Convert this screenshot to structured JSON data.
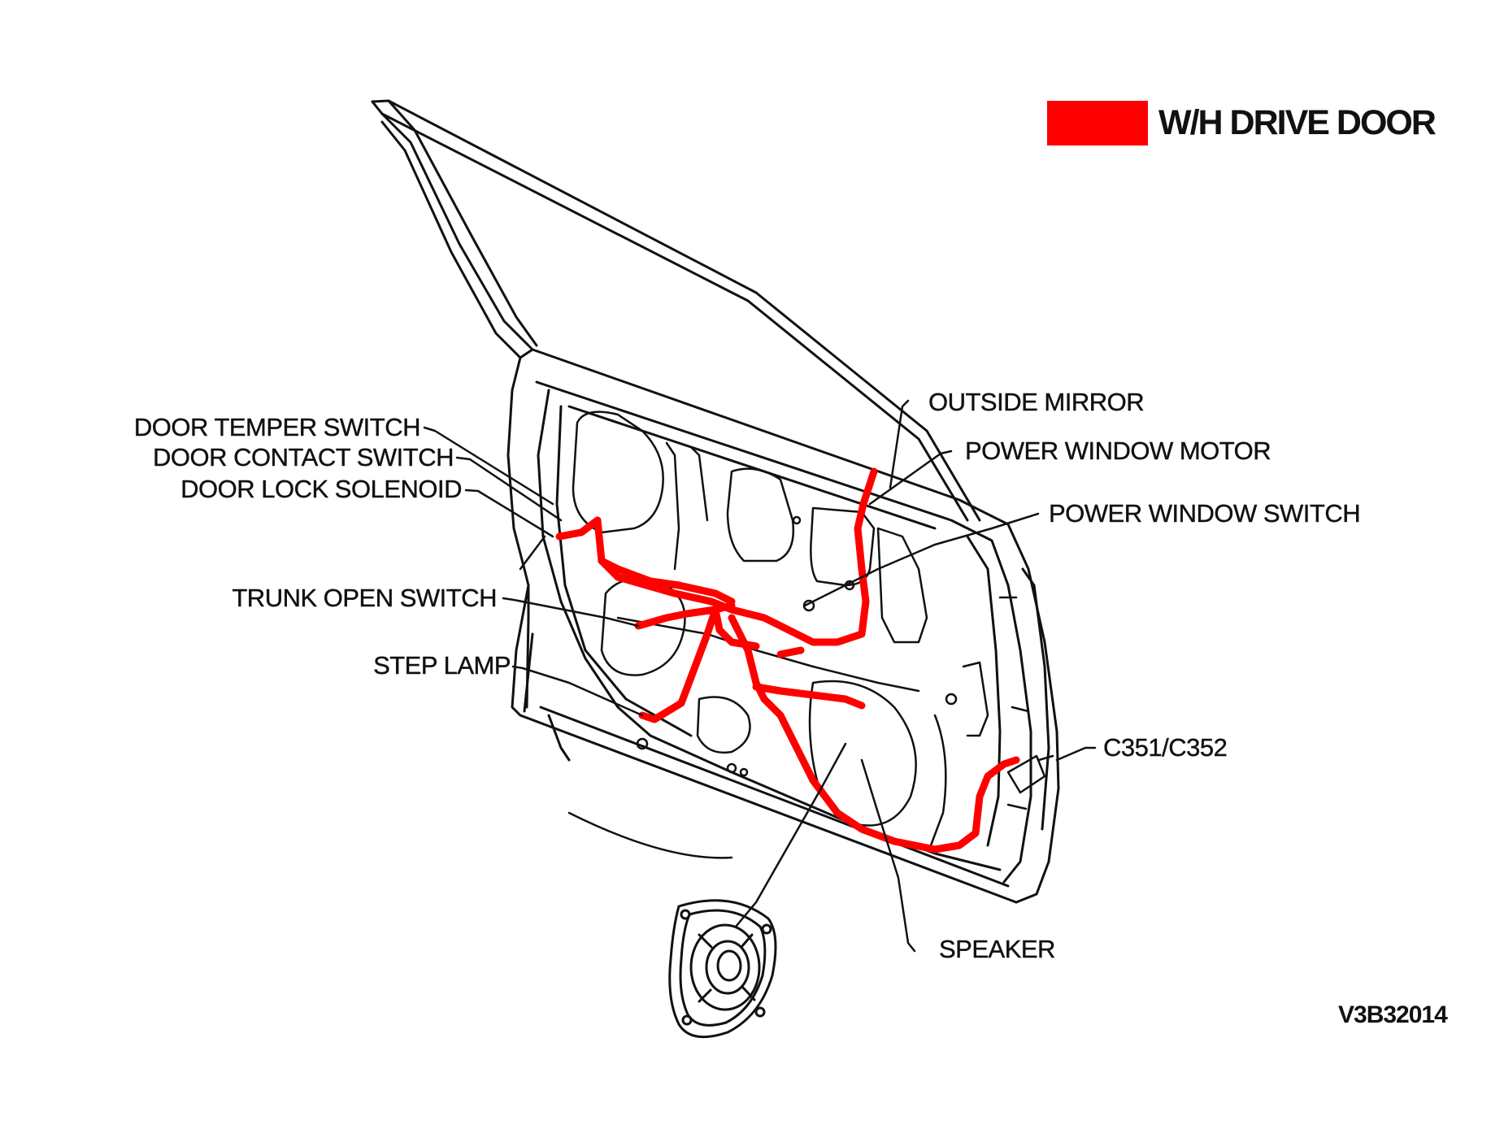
{
  "legend": {
    "label": "W/H DRIVE DOOR",
    "color": "#ff0000"
  },
  "labels": {
    "door_temper_switch": "DOOR TEMPER SWITCH",
    "door_contact_switch": "DOOR CONTACT SWITCH",
    "door_lock_solenoid": "DOOR LOCK SOLENOID",
    "trunk_open_switch": "TRUNK OPEN SWITCH",
    "step_lamp": "STEP LAMP",
    "outside_mirror": "OUTSIDE MIRROR",
    "power_window_motor": "POWER WINDOW MOTOR",
    "power_window_switch": "POWER WINDOW SWITCH",
    "connector": "C351/C352",
    "speaker": "SPEAKER"
  },
  "figure_code": "V3B32014",
  "colors": {
    "harness": "#ff0000",
    "line": "#111111",
    "background": "#ffffff"
  }
}
